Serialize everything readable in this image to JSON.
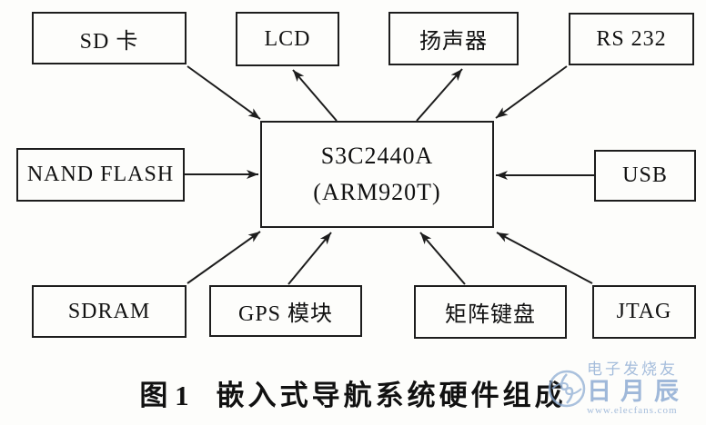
{
  "figure": {
    "caption": {
      "prefix": "图 1",
      "title": "嵌入式导航系统硬件组成"
    }
  },
  "diagram": {
    "cpu": {
      "line1": "S3C2440A",
      "line2": "(ARM920T)"
    },
    "nodes": {
      "sd_card": {
        "label": "SD 卡"
      },
      "lcd": {
        "label": "LCD"
      },
      "speaker": {
        "label": "扬声器"
      },
      "rs232": {
        "label": "RS 232"
      },
      "nand_flash": {
        "label": "NAND FLASH"
      },
      "usb": {
        "label": "USB"
      },
      "sdram": {
        "label": "SDRAM"
      },
      "gps_module": {
        "label": "GPS 模块"
      },
      "matrix_keypad": {
        "label": "矩阵键盘"
      },
      "jtag": {
        "label": "JTAG"
      }
    },
    "connections": [
      {
        "from": "SD 卡",
        "to": "S3C2440A",
        "arrowhead_at": "S3C2440A"
      },
      {
        "from": "S3C2440A",
        "to": "LCD",
        "arrowhead_at": "LCD"
      },
      {
        "from": "S3C2440A",
        "to": "扬声器",
        "arrowhead_at": "扬声器"
      },
      {
        "from": "RS 232",
        "to": "S3C2440A",
        "arrowhead_at": "S3C2440A"
      },
      {
        "from": "NAND FLASH",
        "to": "S3C2440A",
        "arrowhead_at": "S3C2440A"
      },
      {
        "from": "USB",
        "to": "S3C2440A",
        "arrowhead_at": "S3C2440A"
      },
      {
        "from": "SDRAM",
        "to": "S3C2440A",
        "arrowhead_at": "S3C2440A"
      },
      {
        "from": "GPS 模块",
        "to": "S3C2440A",
        "arrowhead_at": "S3C2440A"
      },
      {
        "from": "矩阵键盘",
        "to": "S3C2440A",
        "arrowhead_at": "S3C2440A"
      },
      {
        "from": "JTAG",
        "to": "S3C2440A",
        "arrowhead_at": "S3C2440A"
      }
    ]
  },
  "watermark": {
    "brand": "电子发烧友",
    "big_text": "日月辰",
    "url": "www.elecfans.com",
    "color": "#8fadd4"
  },
  "colors": {
    "line": "#1d1d1d",
    "background": "#fdfdfb",
    "text": "#111111"
  }
}
